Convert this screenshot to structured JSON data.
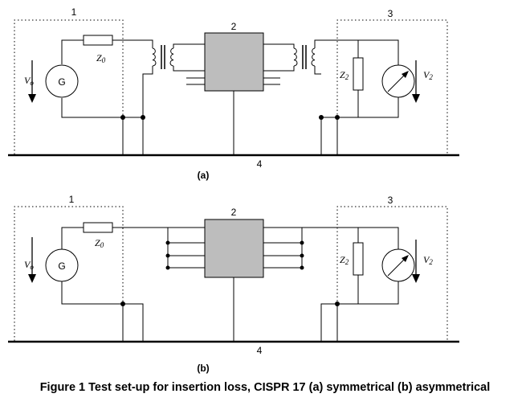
{
  "caption": "Figure 1 Test set-up for insertion loss, CISPR 17 (a) symmetrical (b) asymmetrical",
  "sub_a": "(a)",
  "sub_b": "(b)",
  "labels": {
    "n1": "1",
    "n2": "2",
    "n3": "3",
    "n4": "4",
    "generator": "G",
    "z0_main": "Z",
    "z0_sub": "0",
    "z2_main": "Z",
    "z2_sub": "2",
    "vo_main": "V",
    "vo_sub": "o",
    "v2_main": "V",
    "v2_sub": "2"
  }
}
